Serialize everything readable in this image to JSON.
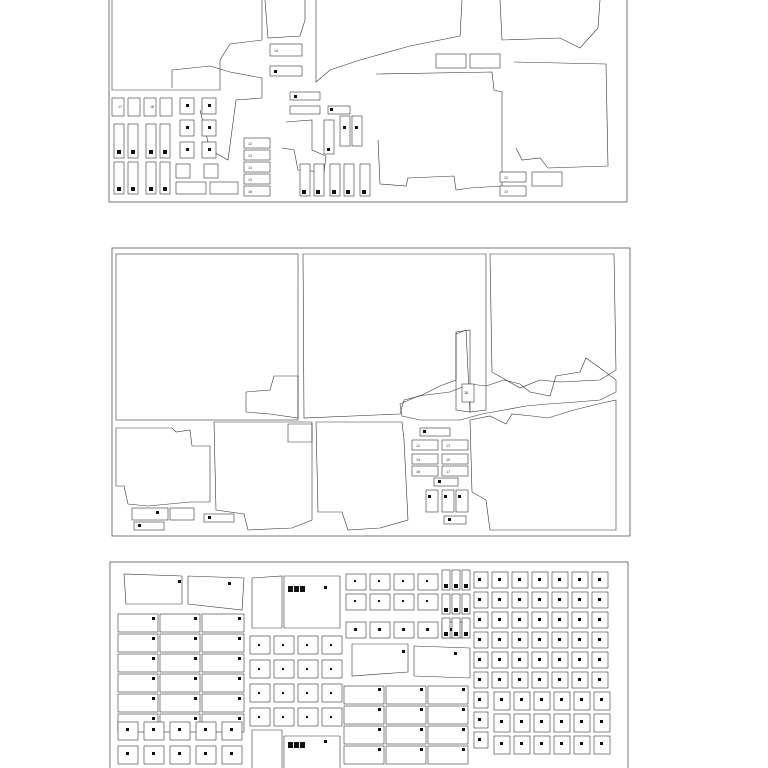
{
  "drawing": {
    "sheets": [
      "sheet-1",
      "sheet-2",
      "sheet-3"
    ],
    "unit_labels": [
      "12",
      "13",
      "14",
      "15",
      "16",
      "17",
      "18"
    ],
    "colors": {
      "line": "#333333",
      "frame": "#555555",
      "fill": "#ffffff",
      "mark": "#111111"
    }
  }
}
